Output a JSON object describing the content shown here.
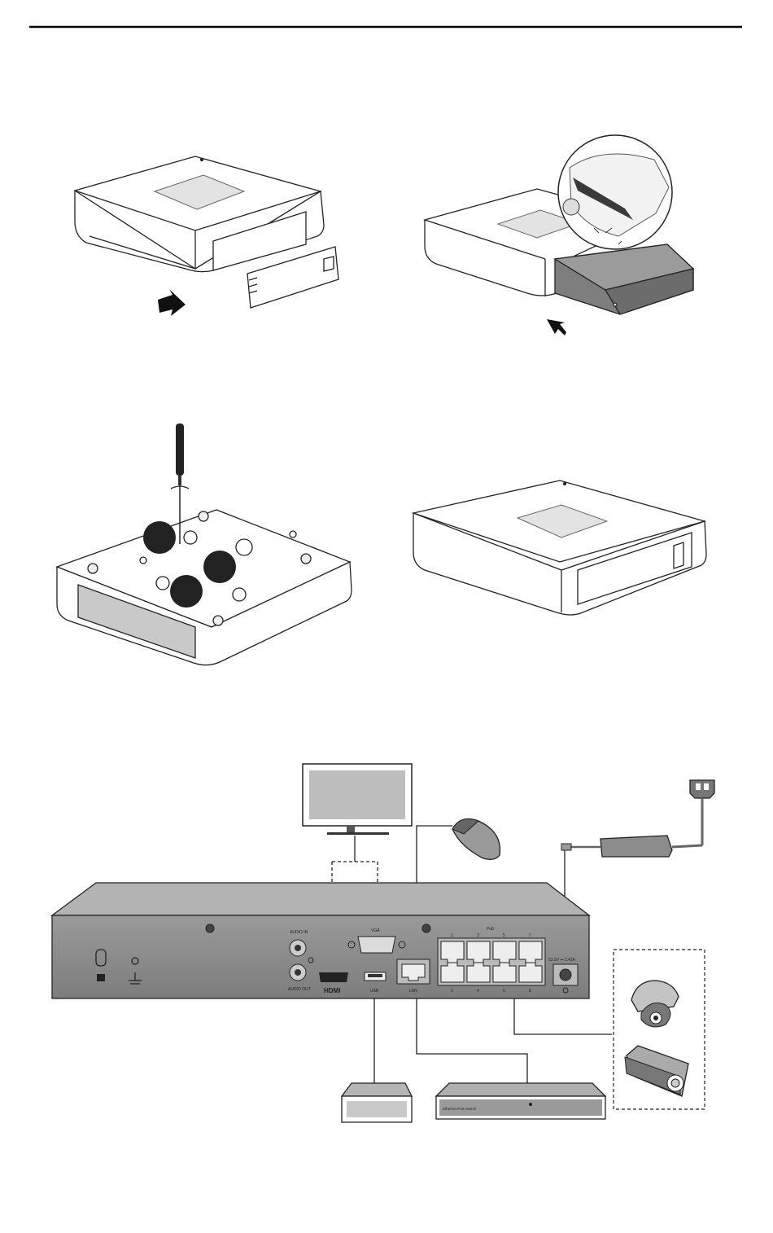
{
  "rear_panel": {
    "audio_in": "AUDIO IN",
    "audio_out": "AUDIO OUT",
    "hdmi": "HDMI",
    "vga": "VGA",
    "usb": "USB",
    "lan": "LAN",
    "poe": "PoE",
    "poe_ports_top": [
      "1",
      "3",
      "5",
      "7"
    ],
    "poe_ports_bottom": [
      "2",
      "4",
      "6",
      "8"
    ],
    "power_rating": "53.5V ⎓ 2.43A"
  },
  "switch_label": "Ethernet PoE Switch",
  "icons": [
    "screwdriver-icon",
    "arrow-icon",
    "monitor-icon",
    "mouse-icon",
    "power-adapter-icon",
    "plug-icon",
    "dome-camera-icon",
    "bullet-camera-icon",
    "hard-drive-icon",
    "switch-icon",
    "lock-icon",
    "ground-icon"
  ]
}
